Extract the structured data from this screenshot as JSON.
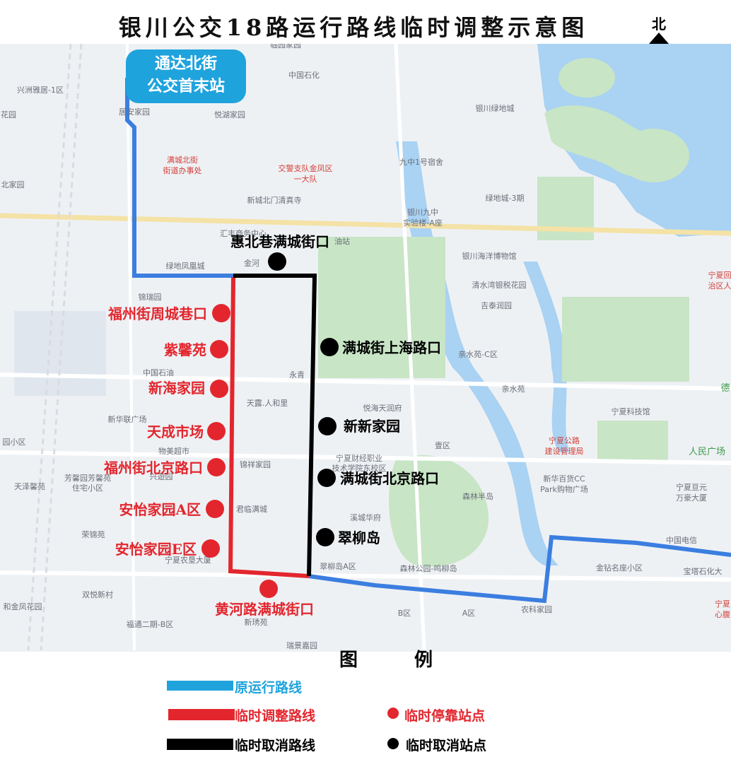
{
  "title": "银川公交18路运行路线临时调整示意图",
  "north_label": "北",
  "terminal": {
    "line1": "通达北街",
    "line2": "公交首末站"
  },
  "colors": {
    "original_route": "#1fa3dd",
    "temp_route": "#e3262e",
    "cancel_route": "#000000"
  },
  "temporary_stops": [
    "福州街周城巷口",
    "紫馨苑",
    "新海家园",
    "天成市场",
    "福州街北京路口",
    "安怡家园A区",
    "安怡家园E区",
    "黄河路满城街口"
  ],
  "cancelled_stops": [
    "惠北巷满城街口",
    "满城街上海路口",
    "新新家园",
    "满城街北京路口",
    "翠柳岛"
  ],
  "map_labels": [
    "临园家园",
    "兴洲雅居-1区",
    "中国石化",
    "居安家园",
    "悦湖家园",
    "花园",
    "满城北街",
    "街道办事处",
    "交警支队金凤区",
    "一大队",
    "九中1号宿舍",
    "银川绿地城",
    "北家园",
    "新城北门清真寺",
    "绿地城-3期",
    "银川九中",
    "实验楼-A座",
    "汇丰商务中心",
    "油站",
    "银川海洋博物馆",
    "绿地凤凰城",
    "金河",
    "锦瑞园",
    "清水湾银税花园",
    "宁夏回",
    "治区人",
    "吉泰润园",
    "亲水苑-C区",
    "中国石油",
    "亲水苑",
    "永青",
    "宁夏科技馆",
    "天露.人和里",
    "悦海天润府",
    "新华联广场",
    "壹区",
    "园小区",
    "物美超市",
    "宁夏公路",
    "建设管理局",
    "人民广场",
    "宁夏财经职业",
    "技术学院东校区",
    "锦祥家园",
    "芳馨园芳馨苑",
    "住宅小区",
    "兴遊园",
    "天泽馨苑",
    "新华百货CC",
    "Park购物广场",
    "森林半岛",
    "宁夏亘元",
    "万豪大厦",
    "君临满城",
    "溪城华府",
    "荣锦苑",
    "宁夏农垦大厦",
    "中国电信",
    "翠柳岛A区",
    "森林公园-鸣柳岛",
    "金钻名座小区",
    "宝塔石化大",
    "双悦新村",
    "和金凤花园",
    "农科家园",
    "宁夏",
    "心腹",
    "福通二期-B区",
    "新琇苑",
    "瑞景嘉园",
    "B区",
    "A区",
    "德"
  ],
  "legend": {
    "title": "图例",
    "original_route": "原运行路线",
    "temp_route": "临时调整路线",
    "cancel_route": "临时取消路线",
    "temp_stop": "临时停靠站点",
    "cancel_stop": "临时取消站点"
  }
}
